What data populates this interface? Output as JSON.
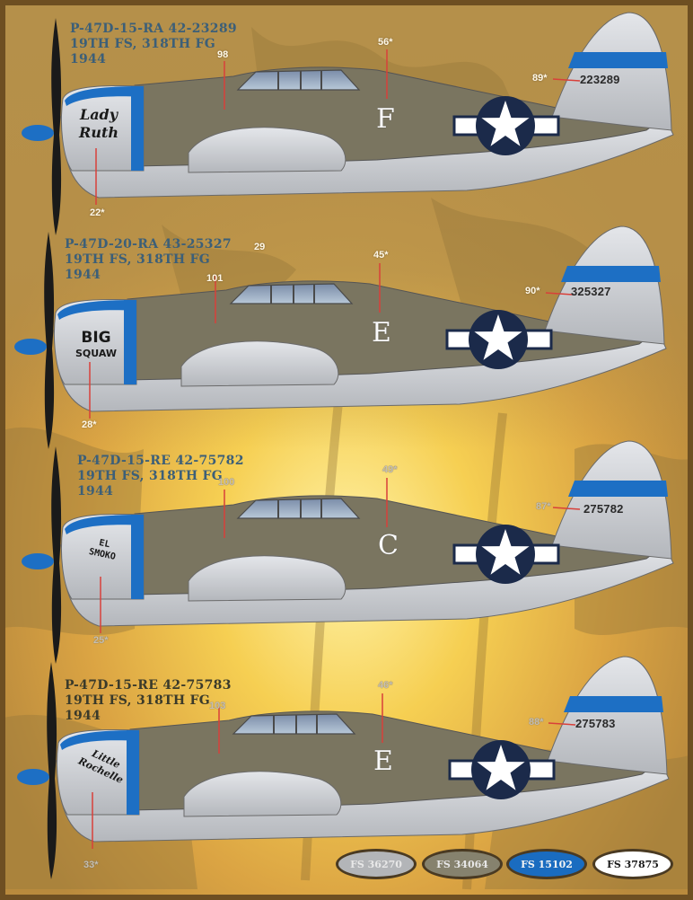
{
  "sheet": {
    "colors": {
      "background": "#c08f3c",
      "olive_drab": "#7a7560",
      "neutral_gray": "#c9cbcf",
      "insignia_blue": "#1b2a4a",
      "cowl_blue": "#1d6fc4",
      "callout_line": "#d8403a"
    }
  },
  "aircraft": [
    {
      "title_lines": [
        "P-47D-15-RA 42-23289",
        "19TH FS, 318TH FG",
        "1944"
      ],
      "nose_art": [
        "Lady",
        "Ruth"
      ],
      "code_letter": "F",
      "serial": "223289",
      "callouts": {
        "canopy": "98",
        "code": "56*",
        "tail": "89*",
        "nose": "22*"
      }
    },
    {
      "title_lines": [
        "P-47D-20-RA 43-25327",
        "19TH FS, 318TH FG",
        "1944"
      ],
      "nose_art": [
        "BIG",
        "SQUAW"
      ],
      "code_letter": "E",
      "serial": "325327",
      "callouts": {
        "canopy": "101",
        "canopy2": "29",
        "code": "45*",
        "tail": "90*",
        "nose": "28*"
      }
    },
    {
      "title_lines": [
        "P-47D-15-RE 42-75782",
        "19TH FS, 318TH FG",
        "1944"
      ],
      "nose_art": [
        "EL",
        "SMOKO"
      ],
      "code_letter": "C",
      "serial": "275782",
      "callouts": {
        "canopy": "100",
        "code": "49*",
        "tail": "87*",
        "nose": "25*"
      }
    },
    {
      "title_lines": [
        "P-47D-15-RE 42-75783",
        "19TH FS, 318TH FG",
        "1944"
      ],
      "nose_art": [
        "Little",
        "Rochelle"
      ],
      "code_letter": "E",
      "serial": "275783",
      "callouts": {
        "canopy": "103",
        "code": "46*",
        "tail": "88*",
        "nose": "33*"
      }
    }
  ],
  "legend": [
    {
      "label": "FS 36270",
      "fill": "#b3b5b8",
      "text": "#e8e8e8"
    },
    {
      "label": "FS 34064",
      "fill": "#86826e",
      "text": "#e8e8e8"
    },
    {
      "label": "FS 15102",
      "fill": "#1a6cc0",
      "text": "#f4f4f4"
    },
    {
      "label": "FS 37875",
      "fill": "#ffffff",
      "text": "#1a1a1a"
    }
  ]
}
